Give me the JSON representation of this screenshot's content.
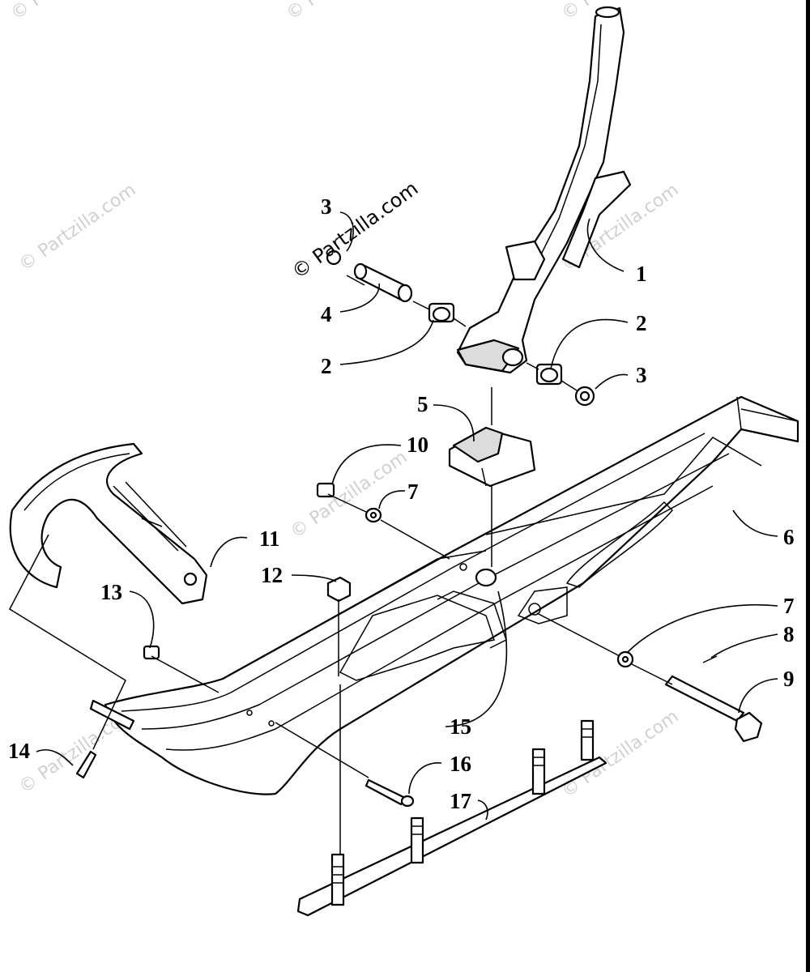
{
  "watermark": {
    "text": "© Partzilla.com",
    "featured_text": "© Partzilla.com"
  },
  "callouts": [
    {
      "id": "c1",
      "label": "1"
    },
    {
      "id": "c2a",
      "label": "2"
    },
    {
      "id": "c2b",
      "label": "2"
    },
    {
      "id": "c3a",
      "label": "3"
    },
    {
      "id": "c3b",
      "label": "3"
    },
    {
      "id": "c4",
      "label": "4"
    },
    {
      "id": "c5",
      "label": "5"
    },
    {
      "id": "c6",
      "label": "6"
    },
    {
      "id": "c7a",
      "label": "7"
    },
    {
      "id": "c7b",
      "label": "7"
    },
    {
      "id": "c8",
      "label": "8"
    },
    {
      "id": "c9",
      "label": "9"
    },
    {
      "id": "c10",
      "label": "10"
    },
    {
      "id": "c11",
      "label": "11"
    },
    {
      "id": "c12",
      "label": "12"
    },
    {
      "id": "c13",
      "label": "13"
    },
    {
      "id": "c14",
      "label": "14"
    },
    {
      "id": "c15",
      "label": "15"
    },
    {
      "id": "c16",
      "label": "16"
    },
    {
      "id": "c17",
      "label": "17"
    }
  ]
}
